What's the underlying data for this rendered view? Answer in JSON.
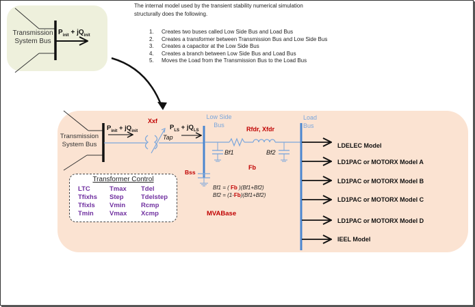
{
  "intro": {
    "line1": "The internal model used by the transient stability numerical simulation",
    "line2": "structurally does the following."
  },
  "steps": [
    {
      "num": "1.",
      "text": "Creates two buses called Low Side Bus and Load Bus"
    },
    {
      "num": "2.",
      "text": "Creates a transformer between Transmission Bus and Low Side Bus"
    },
    {
      "num": "3.",
      "text": "Creates a capacitor at the Low Side Bus"
    },
    {
      "num": "4.",
      "text": "Creates a branch between Low Side Bus and Load Bus"
    },
    {
      "num": "5.",
      "text": "Moves the Load from the Transmission Bus to the Load Bus"
    }
  ],
  "top_diagram": {
    "bus_label_line1": "Transmission",
    "bus_label_line2": "System Bus",
    "flow_p": "P",
    "flow_p_sub": "init",
    "flow_plus": " + jQ",
    "flow_q_sub": "init"
  },
  "main_diagram": {
    "bus_label_line1": "Transmission",
    "bus_label_line2": "System Bus",
    "flow_init_p": "P",
    "flow_init_sub": "init",
    "flow_init_q": " + jQ",
    "flow_init_qsub": "init",
    "xxf": "Xxf",
    "tap": "Tap",
    "flow_ls_p": "P",
    "flow_ls_sub": "LS",
    "flow_ls_q": " + jQ",
    "flow_ls_qsub": "LS",
    "low_side_bus_line1": "Low Side",
    "low_side_bus_line2": "Bus",
    "rfdr_xfdr": "Rfdr, Xfdr",
    "bf1": "Bf1",
    "bf2": "Bf2",
    "fb": "Fb",
    "bss": "Bss",
    "eq1_pre": "Bf1 = ( ",
    "eq1_fb": "Fb",
    "eq1_post": " )(Bf1+Bf2)",
    "eq2_pre": "Bf2 = (1-",
    "eq2_fb": "Fb",
    "eq2_post": ")(Bf1+Bf2)",
    "mvabase": "MVABase",
    "load_bus_line1": "Load",
    "load_bus_line2": "Bus"
  },
  "transformer_control": {
    "title": "Transformer Control",
    "params": [
      "LTC",
      "Tmax",
      "Tdel",
      "Tfixhs",
      "Step",
      "Tdelstep",
      "Tfixls",
      "Vmin",
      "Rcmp",
      "Tmin",
      "Vmax",
      "Xcmp"
    ]
  },
  "load_models": [
    "LDELEC Model",
    "LD1PAC or MOTORX Model A",
    "LD1PAC or MOTORX Model B",
    "LD1PAC or MOTORX Model C",
    "LD1PAC or MOTORX Model D",
    "IEEL Model"
  ],
  "colors": {
    "top_panel_fill": "#eef0dc",
    "main_panel_fill": "#fbe3d2",
    "bus_blue": "#4a86d0",
    "line_blue": "#7aa6dc",
    "red_label": "#c00000",
    "purple_param": "#7030a0"
  }
}
